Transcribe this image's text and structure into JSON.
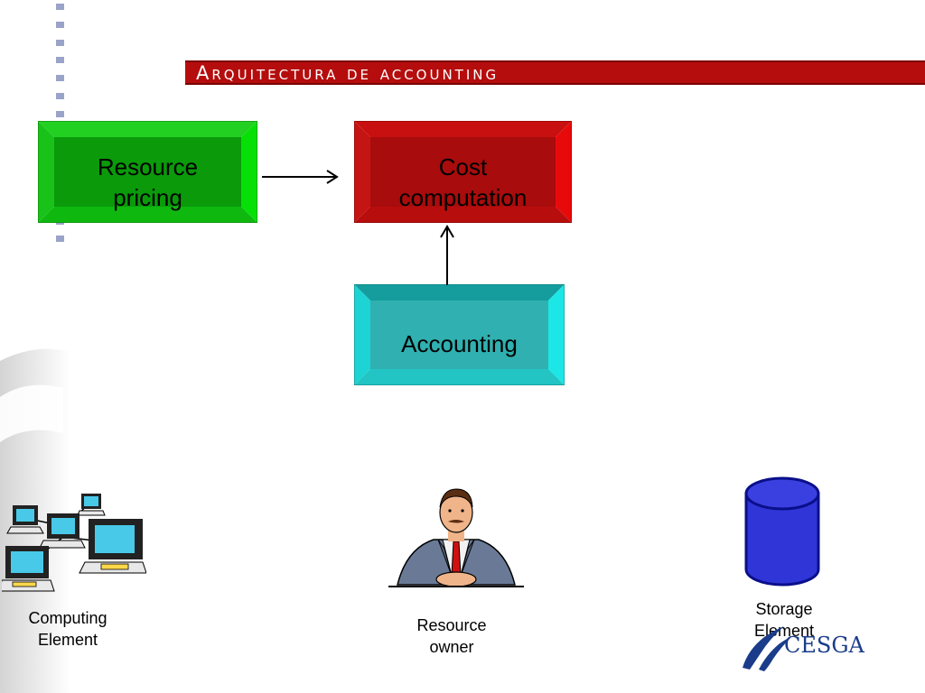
{
  "slide": {
    "title": "Arquitectura de accounting"
  },
  "boxes": {
    "pricing": {
      "line1": "Resource",
      "line2": "pricing"
    },
    "cost": {
      "line1": "Cost",
      "line2": "computation"
    },
    "accounting": {
      "line1": "Accounting"
    }
  },
  "captions": {
    "computing": {
      "line1": "Computing",
      "line2": "Element"
    },
    "owner": {
      "line1": "Resource",
      "line2": "owner"
    },
    "storage": {
      "line1": "Storage",
      "line2": "Element"
    }
  },
  "logo": {
    "text": "CESGA"
  },
  "colors": {
    "banner": "#b50d0d",
    "pricing_box": "#0a9a0a",
    "cost_box": "#a80c0c",
    "accounting_box": "#30b0b0",
    "storage_cylinder": "#2f35d6"
  },
  "icons": [
    "computer-network-icon",
    "businessman-icon",
    "storage-cylinder-icon",
    "cesga-logo-icon"
  ]
}
